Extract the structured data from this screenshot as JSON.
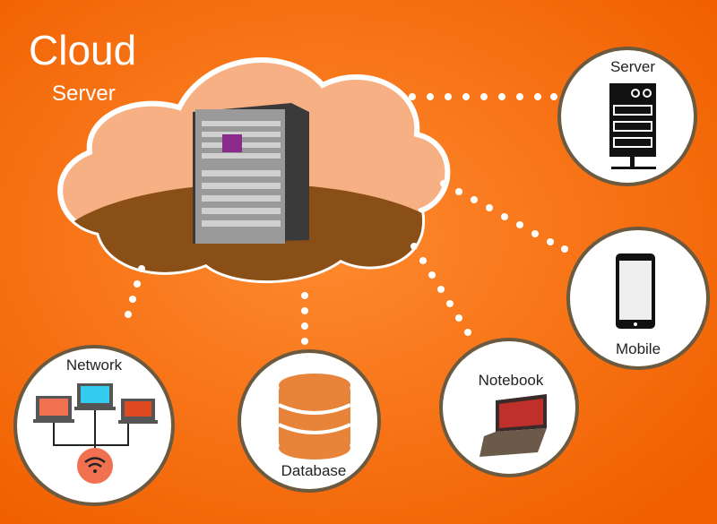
{
  "title": "Cloud",
  "subtitle": "Server",
  "nodes": {
    "server": "Server",
    "mobile": "Mobile",
    "notebook": "Notebook",
    "database": "Database",
    "network": "Network"
  },
  "colors": {
    "background": "#f26a0a",
    "cloud": "#f7b083",
    "cloud_shadow": "#8a4f16",
    "node_border": "#6b5a3f",
    "database": "#e8843a",
    "wifi": "#f07050"
  }
}
